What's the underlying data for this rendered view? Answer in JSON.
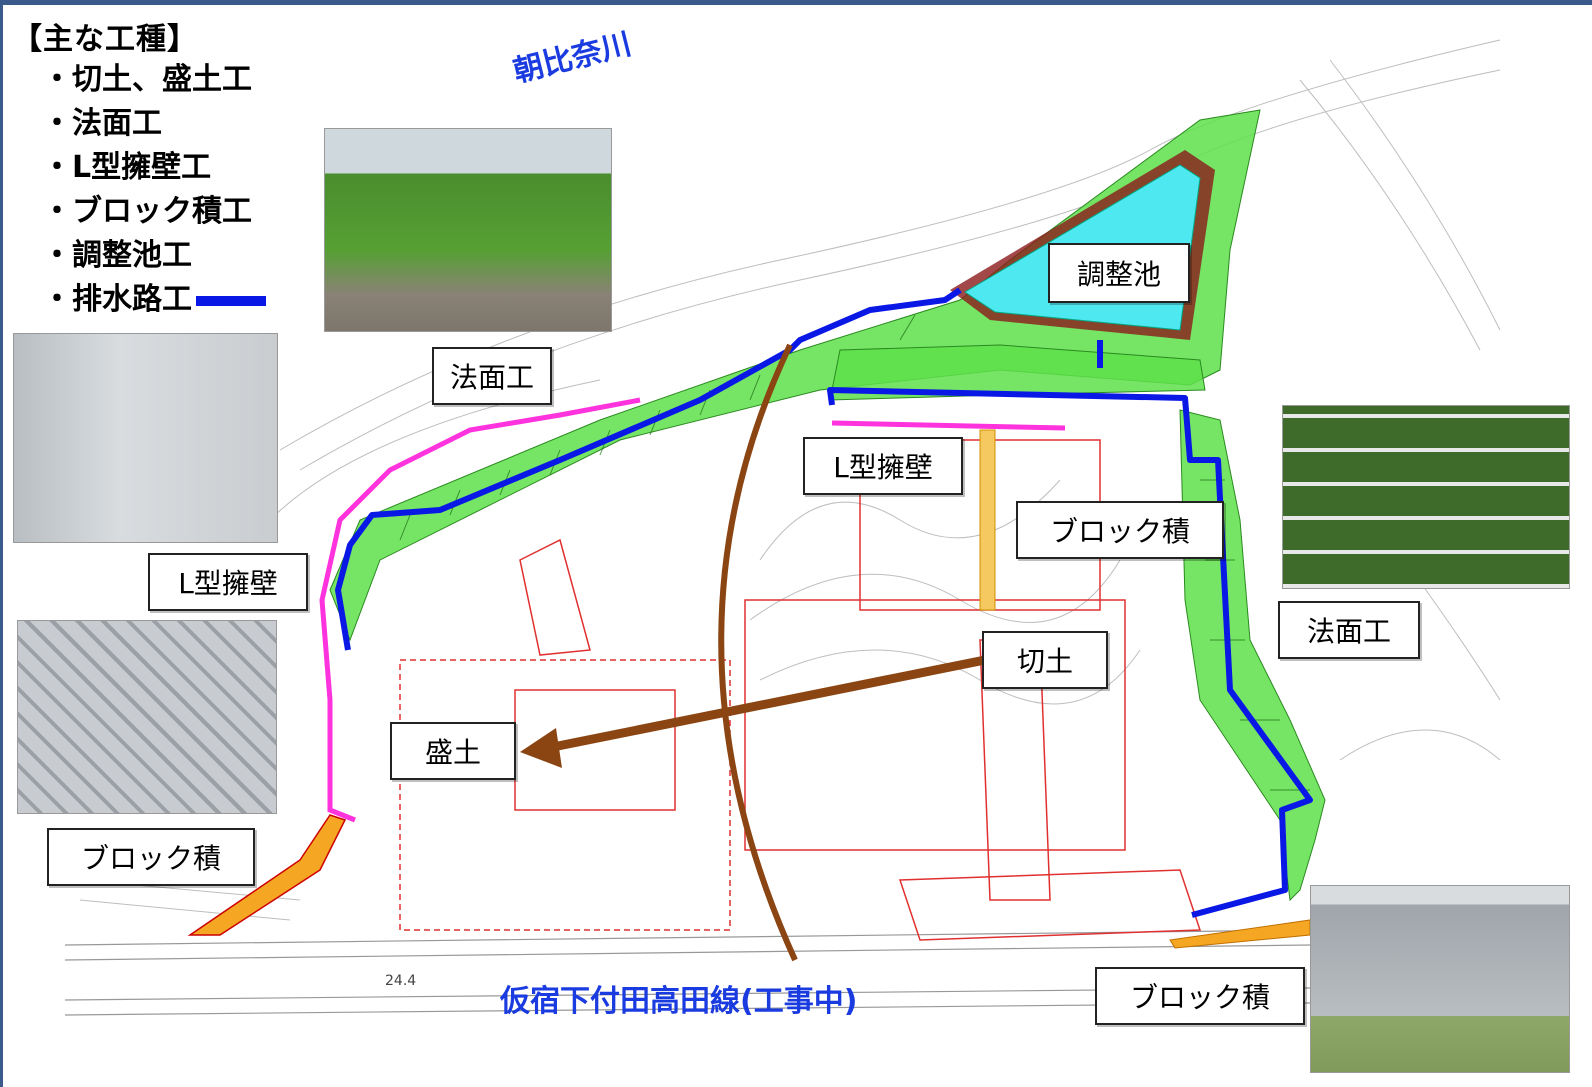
{
  "legend": {
    "title": "【主な工種】",
    "items": [
      "・切土、盛土工",
      "・法面工",
      "・L型擁壁工",
      "・ブロック積工",
      "・調整池工",
      "・排水路工"
    ],
    "drain_line_color": "#0a18e6"
  },
  "map_labels": {
    "river": "朝比奈川",
    "road": "仮宿下付田高田線(工事中)",
    "spot_height": "24.4"
  },
  "callouts": {
    "pond": "調整池",
    "slope_top": "法面工",
    "lwall_center": "L型擁壁",
    "block_right": "ブロック積",
    "lwall_left": "L型擁壁",
    "slope_right": "法面工",
    "cut": "切土",
    "fill": "盛土",
    "block_left": "ブロック積",
    "block_bottom": "ブロック積"
  },
  "colors": {
    "slope_green": "#5ee04a",
    "drain_blue": "#0a18e6",
    "lwall_magenta": "#ff33dd",
    "pond_cyan": "#4ee8f0",
    "block_orange": "#f5a623",
    "arrow_brown": "#8b4513",
    "plan_red": "#e03030",
    "text_blue": "#1a3be0"
  }
}
